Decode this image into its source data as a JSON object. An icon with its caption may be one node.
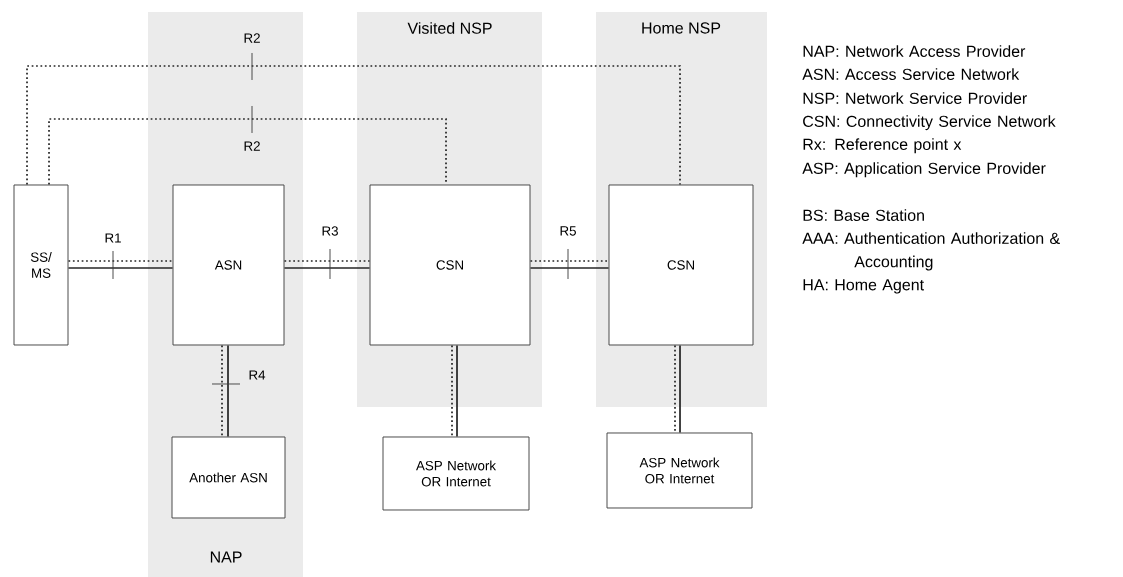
{
  "diagram": {
    "nodes": [
      {
        "text": [
          "NAP"
        ]
      },
      {
        "text": [
          "Visited NSP"
        ]
      },
      {
        "text": [
          "Home NSP"
        ]
      },
      {
        "text": [
          "SS/ MS"
        ]
      },
      {
        "text": [
          "ASN"
        ],
        "in": 0
      },
      {
        "text": [
          "Another ASN"
        ],
        "in": 0
      },
      {
        "text": [
          "CSN"
        ],
        "in": 1
      },
      {
        "text": [
          "ASP Network OR Internet"
        ]
      },
      {
        "text": [
          "CSN"
        ],
        "in": 2
      },
      {
        "text": [
          "ASP Network OR Internet"
        ]
      }
    ],
    "edges": [
      {
        "from": 3,
        "to": 4,
        "arrow": "none",
        "style": "dashed",
        "label": "R1"
      },
      {
        "from": 3,
        "to": 4,
        "arrow": "none"
      },
      {
        "from": 4,
        "to": 6,
        "arrow": "none",
        "style": "dashed",
        "label": "R3"
      },
      {
        "from": 4,
        "to": 6,
        "arrow": "none"
      },
      {
        "from": 6,
        "to": 8,
        "arrow": "none",
        "style": "dashed",
        "label": "R5"
      },
      {
        "from": 6,
        "to": 8,
        "arrow": "none"
      },
      {
        "from": 4,
        "to": 5,
        "arrow": "none",
        "style": "dashed",
        "label": "R4"
      },
      {
        "from": 4,
        "to": 5,
        "arrow": "none"
      },
      {
        "from": 6,
        "to": 7,
        "arrow": "none",
        "style": "dashed"
      },
      {
        "from": 6,
        "to": 7,
        "arrow": "none"
      },
      {
        "from": 8,
        "to": 9,
        "arrow": "none",
        "style": "dashed"
      },
      {
        "from": 8,
        "to": 9,
        "arrow": "none"
      },
      {
        "from": 3,
        "to": 8,
        "arrow": "none",
        "style": "dashed",
        "label": "R2"
      },
      {
        "from": 3,
        "to": 6,
        "arrow": "none",
        "style": "dashed",
        "label": "R2"
      }
    ],
    "labels": [
      "NAP: Network Access Provider",
      "ASN: Access Service Network",
      "NSP: Network Service Provider",
      "CSN: Connectivity Service Network",
      "Rx: Reference point x",
      "ASP: Application Service Provider",
      "BS: Base Station",
      "AAA: Authentication Authorization & Accounting",
      "HA: Home Agent"
    ]
  }
}
